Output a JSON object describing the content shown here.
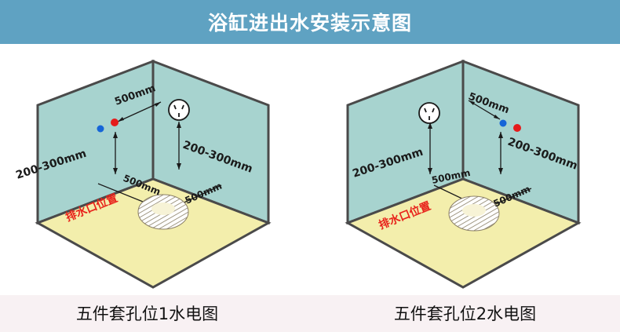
{
  "header": {
    "title": "浴缸进出水安装示意图"
  },
  "colors": {
    "header_bg": "#5fa2c2",
    "wall": "#a7d3cf",
    "floor": "#f3eeac",
    "outline": "#4a4a4a",
    "cold_dot": "#1565d8",
    "hot_dot": "#e51b1b",
    "drain_label": "#e8231b",
    "footer_bg": "#f8f1f3"
  },
  "diagrams": [
    {
      "caption": "五件套孔位1水电图",
      "labels": {
        "pipe_spacing": "500mm",
        "pipe_height": "200-300mm",
        "socket_height": "200-300mm",
        "drain_from_back": "500mm",
        "drain_from_side": "500mm",
        "drain_position": "排水口位置"
      },
      "icons": {
        "socket": "power-socket-icon",
        "cold": "cold-water-dot",
        "hot": "hot-water-dot"
      }
    },
    {
      "caption": "五件套孔位2水电图",
      "labels": {
        "pipe_spacing": "500mm",
        "pipe_height": "200-300mm",
        "socket_height": "200-300mm",
        "drain_from_back": "500mm",
        "drain_from_side": "500mm",
        "drain_position": "排水口位置"
      },
      "icons": {
        "socket": "power-socket-icon",
        "cold": "cold-water-dot",
        "hot": "hot-water-dot"
      }
    }
  ]
}
